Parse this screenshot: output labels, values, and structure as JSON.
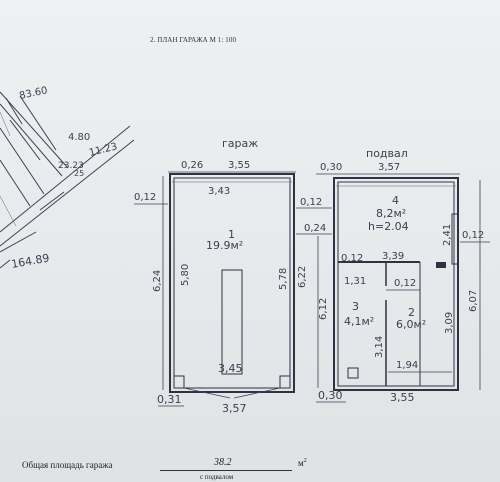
{
  "header": {
    "title": "2. ПЛАН ГАРАЖА  М 1: 100"
  },
  "site": {
    "dim_a": "83.60",
    "dim_b": "4.80",
    "dim_c": "11.23",
    "dim_d": "23.23",
    "dim_e": "25",
    "dim_f": "164.89"
  },
  "garage": {
    "title": "гараж",
    "top_dims": [
      "0,26",
      "3,55"
    ],
    "inner_width": "3,43",
    "left_outer": "0,12",
    "right_outer": "0,12",
    "height_left": "6,24",
    "height_inner_left": "5,80",
    "height_inner_right": "5,78",
    "room_number": "1",
    "room_area": "19.9м²",
    "pit_width": "3,45",
    "bottom_left": "0,31",
    "bottom_width": "3,57"
  },
  "cellar": {
    "title": "подвал",
    "top_dims": [
      "0,30",
      "3,57"
    ],
    "right_outer": "0,12",
    "left_24": "0,24",
    "left_622": "6,22",
    "left_612": "6,12",
    "room4_number": "4",
    "room4_area": "8,2м²",
    "room4_height": "h=2.04",
    "right_241": "2,41",
    "right_607": "6,07",
    "wall_012": "0,12",
    "inner_339": "3,39",
    "inner_131": "1,31",
    "inner_012b": "0,12",
    "room3_number": "3",
    "room3_area": "4,1м²",
    "room2_number": "2",
    "room2_area": "6,0м²",
    "dim_314": "3,14",
    "dim_309": "3,09",
    "dim_194": "1,94",
    "bottom_left": "0,30",
    "bottom_width": "3,55"
  },
  "footer": {
    "label": "Общая площадь гаража",
    "value": "38.2",
    "unit": "м",
    "unit_exp": "2",
    "note": "с подвалом"
  }
}
